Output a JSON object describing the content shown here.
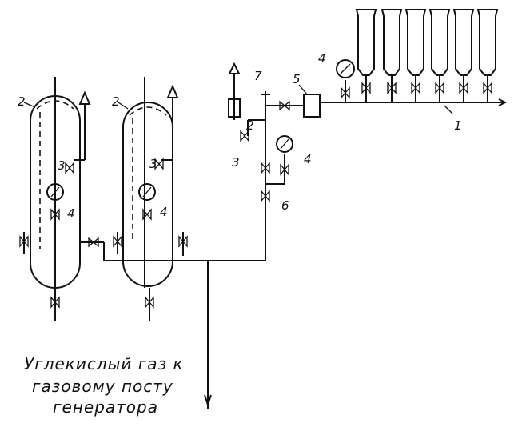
{
  "caption": {
    "line1": "Углекислый газ к",
    "line2": "газовому посту",
    "line3": "генератора"
  },
  "callouts": {
    "receiver_left": "2",
    "receiver_right": "2",
    "safety_valve_left": "3",
    "safety_valve_right": "3",
    "safety_valve_mid": "3",
    "gauge_left": "4",
    "gauge_right": "4",
    "gauge_mid": "4",
    "gauge_top": "4",
    "reducer": "2",
    "filter": "5",
    "check_valve": "6",
    "shutoff_valve": "7",
    "manifold": "1"
  },
  "legend_colors": {
    "line": "#111111",
    "background": "#ffffff"
  }
}
